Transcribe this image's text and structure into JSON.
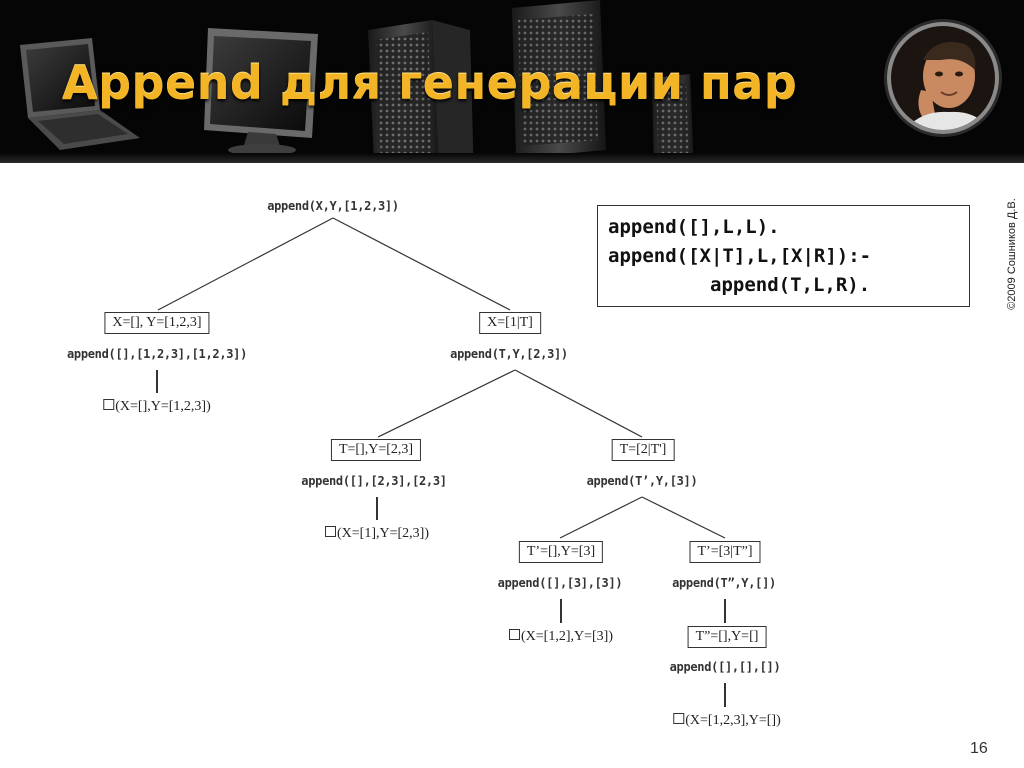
{
  "slide": {
    "title": "Append для генерации пар",
    "copyright": "©2009  Сошников Д.В.",
    "page_number": "16"
  },
  "code": {
    "line1": "append([],L,L).",
    "line2": "append([X|T],L,[X|R]):-",
    "line3": "append(T,L,R)."
  },
  "tree": {
    "root": "append(X,Y,[1,2,3])",
    "n1_subst": "X=[], Y=[1,2,3]",
    "n1_goal": "append([],[1,2,3],[1,2,3])",
    "n1_answer": "(X=[],Y=[1,2,3])",
    "n2_subst": "X=[1|T]",
    "n2_goal": "append(T,Y,[2,3])",
    "n3_subst": "T=[],Y=[2,3]",
    "n3_goal": "append([],[2,3],[2,3]",
    "n3_answer": "(X=[1],Y=[2,3])",
    "n4_subst": "T=[2|T']",
    "n4_goal": "append(T’,Y,[3])",
    "n5_subst": "T’=[],Y=[3]",
    "n5_goal": "append([],[3],[3])",
    "n5_answer": "(X=[1,2],Y=[3])",
    "n6_subst": "T’=[3|T”]",
    "n6_goal": "append(T”,Y,[])",
    "n7_subst": "T”=[],Y=[]",
    "n7_goal": "append([],[],[])",
    "n7_answer": "(X=[1,2,3],Y=[])"
  },
  "colors": {
    "title": "#f3b526",
    "banner": "#050505",
    "tree_line": "#333333"
  },
  "icons": {
    "computers": "computers-illustration",
    "portrait": "author-portrait"
  }
}
